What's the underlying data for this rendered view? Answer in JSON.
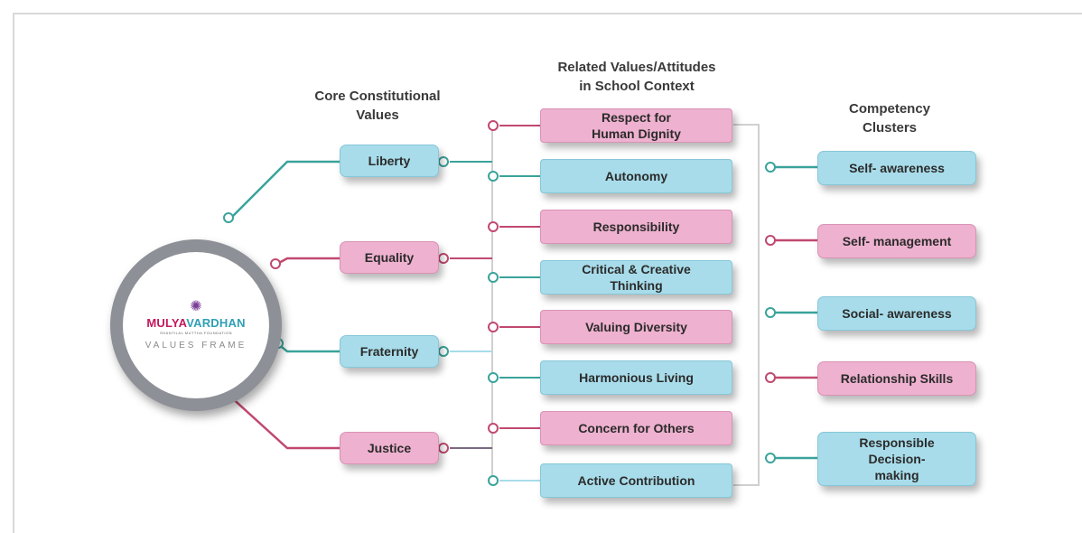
{
  "headings": {
    "core": "Core Constitutional\nValues",
    "related": "Related Values/Attitudes\nin School Context",
    "competency": "Competency\nClusters"
  },
  "logo": {
    "brand_part1": "MULYA",
    "brand_part2": "VARDHAN",
    "tagline": "SHANTILAL MUTTHA FOUNDATION",
    "subtitle": "VALUES FRAME"
  },
  "core_values": [
    {
      "label": "Liberty",
      "color": "teal"
    },
    {
      "label": "Equality",
      "color": "pink"
    },
    {
      "label": "Fraternity",
      "color": "teal"
    },
    {
      "label": "Justice",
      "color": "pink"
    }
  ],
  "related_values": [
    {
      "label": "Respect for\nHuman Dignity",
      "color": "pink"
    },
    {
      "label": "Autonomy",
      "color": "teal"
    },
    {
      "label": "Responsibility",
      "color": "pink"
    },
    {
      "label": "Critical & Creative\nThinking",
      "color": "teal"
    },
    {
      "label": "Valuing Diversity",
      "color": "pink"
    },
    {
      "label": "Harmonious Living",
      "color": "teal"
    },
    {
      "label": "Concern for Others",
      "color": "pink"
    },
    {
      "label": "Active Contribution",
      "color": "teal"
    }
  ],
  "competency_clusters": [
    {
      "label": "Self- awareness",
      "color": "teal"
    },
    {
      "label": "Self- management",
      "color": "pink"
    },
    {
      "label": "Social- awareness",
      "color": "teal"
    },
    {
      "label": "Relationship Skills",
      "color": "pink"
    },
    {
      "label": "Responsible\nDecision-\nmaking",
      "color": "teal"
    }
  ],
  "colors": {
    "teal": "#a8dcea",
    "pink": "#eeb1cf",
    "teal_line": "#3aa39a",
    "pink_line": "#c0496f",
    "bracket": "#d0d0d0"
  }
}
